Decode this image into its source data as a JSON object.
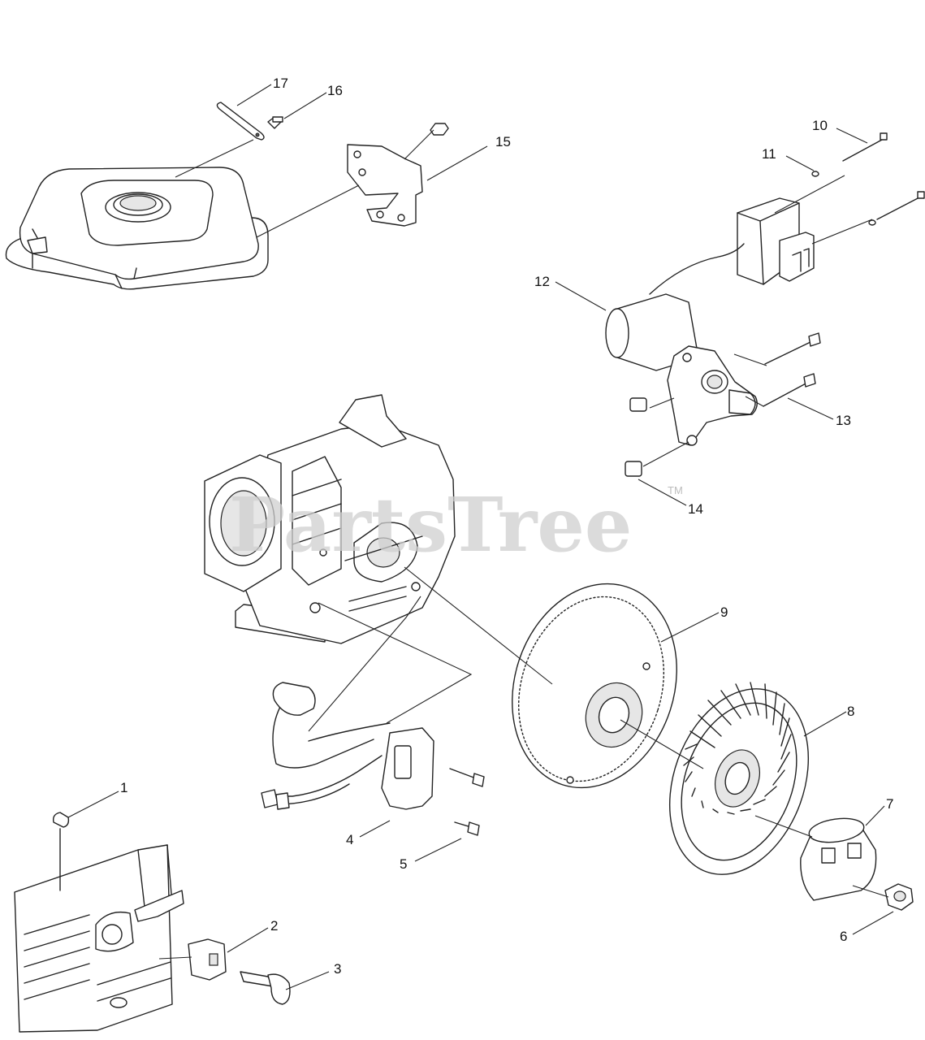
{
  "watermark": {
    "text": "PartsTree",
    "trademark": "TM"
  },
  "callouts": [
    {
      "number": "1"
    },
    {
      "number": "2"
    },
    {
      "number": "3"
    },
    {
      "number": "4"
    },
    {
      "number": "5"
    },
    {
      "number": "6"
    },
    {
      "number": "7"
    },
    {
      "number": "8"
    },
    {
      "number": "9"
    },
    {
      "number": "10"
    },
    {
      "number": "11"
    },
    {
      "number": "12"
    },
    {
      "number": "13"
    },
    {
      "number": "14"
    },
    {
      "number": "15"
    },
    {
      "number": "16"
    },
    {
      "number": "17"
    }
  ],
  "colors": {
    "line": "#222222",
    "background": "#ffffff",
    "watermark": "#cfcfcf"
  }
}
